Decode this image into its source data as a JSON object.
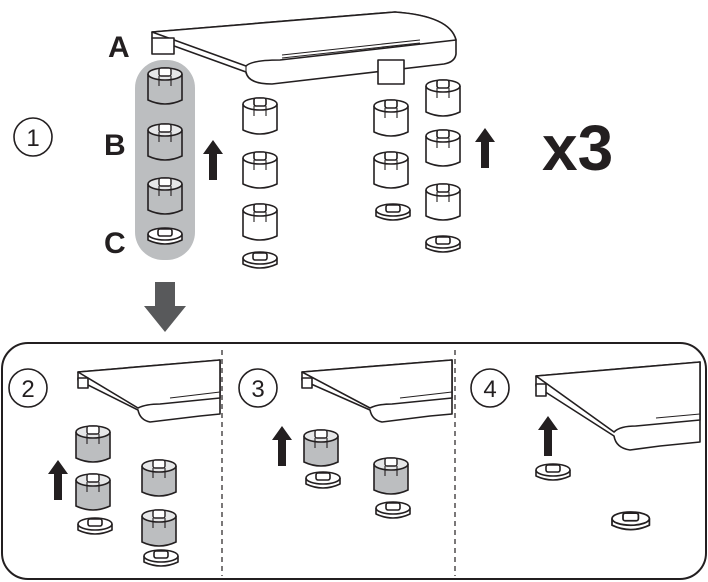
{
  "diagram": {
    "labels": {
      "a": "A",
      "b": "B",
      "c": "C"
    },
    "multiplier": "x3",
    "steps": [
      "1",
      "2",
      "3",
      "4"
    ],
    "colors": {
      "ink": "#231f20",
      "highlight": "#bcbec0",
      "shaded_part": "#bcbec0",
      "flow_arrow": "#58595b",
      "background": "#ffffff"
    },
    "icons": {
      "monitor_stand": "monitor-stand-icon",
      "leg_segment": "leg-segment-icon",
      "foot_pad": "foot-pad-icon",
      "up_arrow": "up-arrow-icon",
      "down_arrow": "down-arrow-icon"
    }
  }
}
